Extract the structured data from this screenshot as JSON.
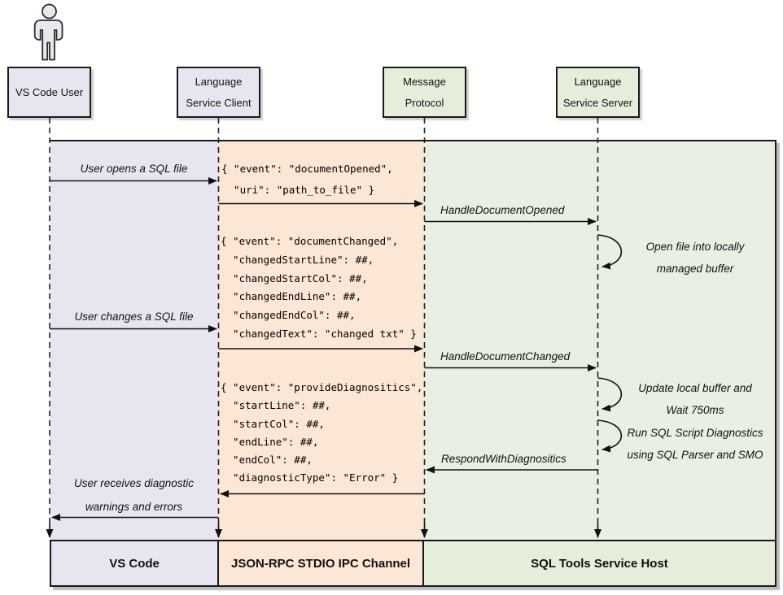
{
  "actors": {
    "user": {
      "label": "VS Code User"
    },
    "client": {
      "line1": "Language",
      "line2": "Service Client"
    },
    "protocol": {
      "line1": "Message",
      "line2": "Protocol"
    },
    "server": {
      "line1": "Language",
      "line2": "Service Server"
    }
  },
  "messages": {
    "open_file": "User opens a SQL file",
    "handle_opened": "HandleDocumentOpened",
    "change_file": "User changes a SQL file",
    "handle_changed": "HandleDocumentChanged",
    "respond_diag": "RespondWithDiagnositics",
    "receive_line1": "User receives diagnostic",
    "receive_line2": "warnings and errors"
  },
  "notes": {
    "open_buffer": {
      "line1": "Open file into locally",
      "line2": "managed buffer"
    },
    "update_buffer": {
      "line1": "Update local buffer and",
      "line2": "Wait 750ms"
    },
    "run_diag": {
      "line1": "Run SQL Script Diagnostics",
      "line2": "using SQL Parser and SMO"
    }
  },
  "json_blocks": {
    "opened": {
      "lines": [
        "{ \"event\": \"documentOpened\",",
        "  \"uri\": \"path_to_file\" }"
      ]
    },
    "changed": {
      "lines": [
        "{ \"event\": \"documentChanged\",",
        "  \"changedStartLine\": ##,",
        "  \"changedStartCol\": ##,",
        "  \"changedEndLine\": ##,",
        "  \"changedEndCol\": ##,",
        "  \"changedText\": \"changed txt\" }"
      ]
    },
    "diagnostics": {
      "lines": [
        "{ \"event\": \"provideDiagnositics\",",
        "  \"startLine\": ##,",
        "  \"startCol\": ##,",
        "  \"endLine\": ##,",
        "  \"endCol\": ##,",
        "  \"diagnosticType\": \"Error\" }"
      ]
    }
  },
  "footer": {
    "vscode": "VS Code",
    "channel": "JSON-RPC STDIO IPC Channel",
    "host": "SQL Tools Service Host"
  },
  "colors": {
    "lavender": "#e7e6f0",
    "peach": "#fce6d5",
    "green_band": "#e9efe2",
    "green_box": "#e4eeda",
    "line": "#1a1a1a"
  }
}
